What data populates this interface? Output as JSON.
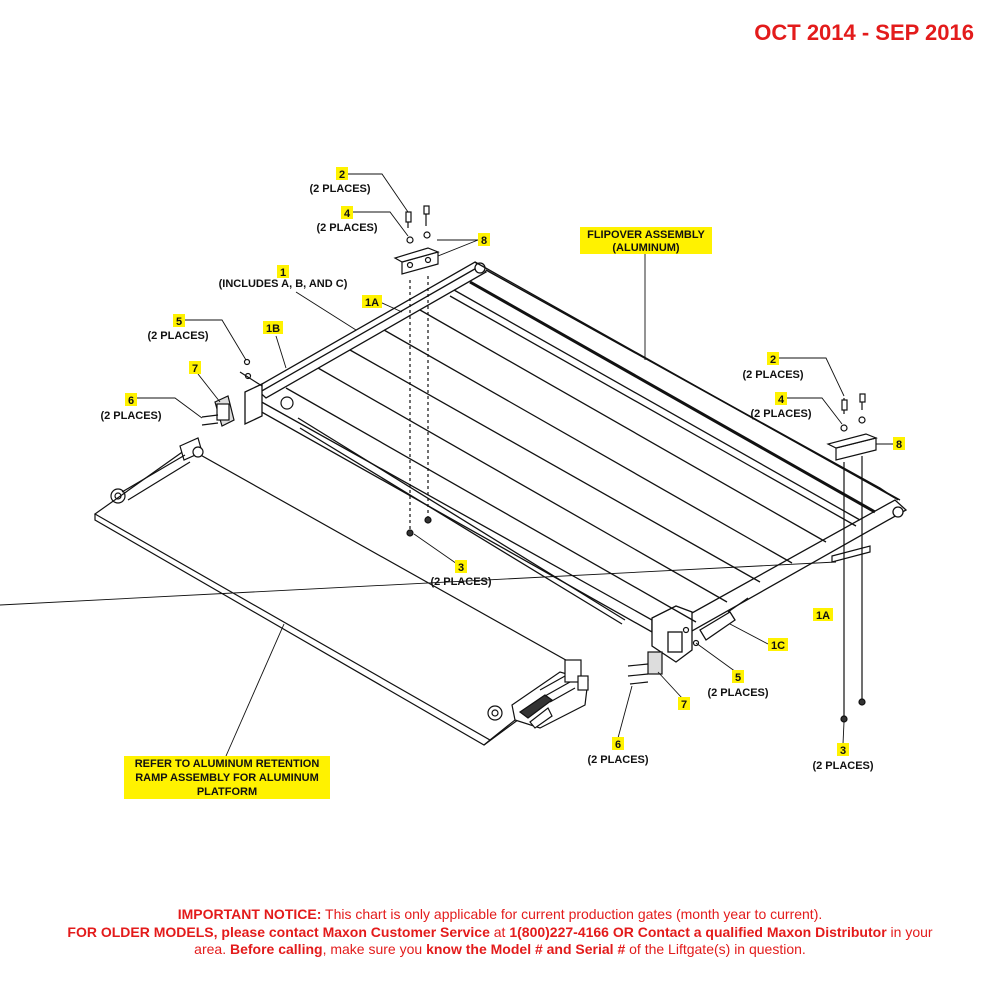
{
  "header": {
    "date_range": "OCT 2014 - SEP 2016"
  },
  "callouts": {
    "c2_top": {
      "num": "2",
      "sub": "(2 PLACES)"
    },
    "c4_top": {
      "num": "4",
      "sub": "(2 PLACES)"
    },
    "c8_top": {
      "num": "8"
    },
    "c1": {
      "num": "1",
      "sub": "(INCLUDES A, B, AND C)"
    },
    "c1a_top": {
      "num": "1A"
    },
    "c1b": {
      "num": "1B"
    },
    "c5_left": {
      "num": "5",
      "sub": "(2 PLACES)"
    },
    "c7_left": {
      "num": "7"
    },
    "c6_left": {
      "num": "6",
      "sub": "(2 PLACES)"
    },
    "c3_mid": {
      "num": "3",
      "sub": "(2 PLACES)"
    },
    "flipover": {
      "line1": "FLIPOVER ASSEMBLY",
      "line2": "(ALUMINUM)"
    },
    "c2_right": {
      "num": "2",
      "sub": "(2 PLACES)"
    },
    "c4_right": {
      "num": "4",
      "sub": "(2 PLACES)"
    },
    "c8_right": {
      "num": "8"
    },
    "c1a_right": {
      "num": "1A"
    },
    "c1c": {
      "num": "1C"
    },
    "c5_right": {
      "num": "5",
      "sub": "(2 PLACES)"
    },
    "c7_right": {
      "num": "7"
    },
    "c6_right": {
      "num": "6",
      "sub": "(2 PLACES)"
    },
    "c3_right": {
      "num": "3",
      "sub": "(2 PLACES)"
    },
    "ramp_ref": {
      "line1": "REFER TO ALUMINUM RETENTION",
      "line2": "RAMP ASSEMBLY FOR ALUMINUM",
      "line3": "PLATFORM"
    }
  },
  "colors": {
    "highlight": "#fff200",
    "notice_red": "#e31b1b",
    "line": "#111111"
  },
  "notice": {
    "important_label": "IMPORTANT NOTICE:",
    "important_text": " This chart is only applicable for current production gates (month year to current).",
    "older_label": "FOR OLDER MODELS, please contact Maxon Customer Service",
    "at_text": " at ",
    "phone_text": "1(800)227-4166 OR Contact a qualified Maxon Distributor",
    "area_text": " in your area. ",
    "before_label": "Before calling",
    "make_sure_text": ", make sure you ",
    "know_label": "know the Model # and Serial #",
    "tail_text": " of the Liftgate(s) in question."
  }
}
